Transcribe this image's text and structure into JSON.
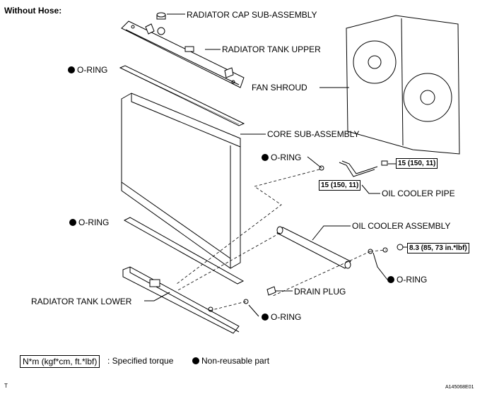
{
  "header": {
    "title": "Without Hose:"
  },
  "parts": {
    "radiator_cap": "RADIATOR CAP SUB-ASSEMBLY",
    "tank_upper": "RADIATOR TANK UPPER",
    "fan_shroud": "FAN SHROUD",
    "core": "CORE SUB-ASSEMBLY",
    "oring": "O-RING",
    "oil_cooler_pipe": "OIL COOLER PIPE",
    "oil_cooler_assembly": "OIL COOLER ASSEMBLY",
    "drain_plug": "DRAIN PLUG",
    "tank_lower": "RADIATOR TANK LOWER"
  },
  "torques": {
    "pipe_right": "15 (150, 11)",
    "pipe_left": "15 (150, 11)",
    "cooler": "8.3 (85, 73 in.*lbf)"
  },
  "legend": {
    "torque_box": "N*m (kgf*cm, ft.*lbf)",
    "torque_text": ": Specified torque",
    "nonreusable": "Non-reusable part"
  },
  "footer": {
    "left": "T",
    "right": "A145068E01"
  }
}
